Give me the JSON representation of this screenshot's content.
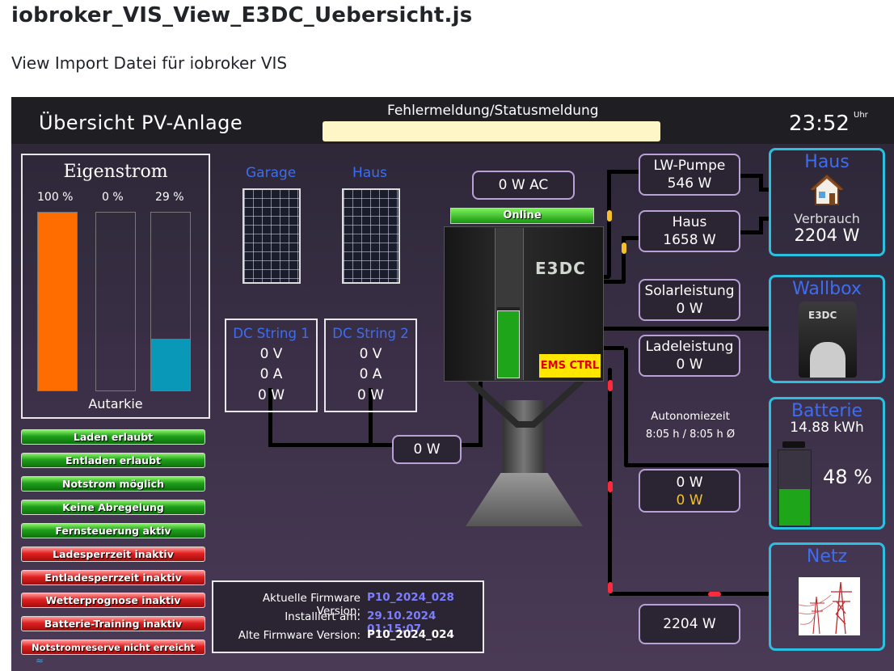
{
  "page": {
    "title": "iobroker_VIS_View_E3DC_Uebersicht.js",
    "subtitle": "View Import Datei für iobroker VIS"
  },
  "header": {
    "title": "Übersicht PV-Anlage",
    "status_label": "Fehlermeldung/Statusmeldung",
    "status_text": "",
    "time": "23:52",
    "time_unit": "Uhr"
  },
  "eigenstrom": {
    "title": "Eigenstrom",
    "bars": [
      {
        "label": "100 %",
        "value": 100,
        "color": "#ff6d00"
      },
      {
        "label": "0 %",
        "value": 0,
        "color": "#ff6d00"
      },
      {
        "label": "29 %",
        "value": 29,
        "color": "#0a98b8"
      }
    ],
    "footer": "Autarkie"
  },
  "status_list": [
    {
      "label": "Laden erlaubt",
      "state": "green"
    },
    {
      "label": "Entladen erlaubt",
      "state": "green"
    },
    {
      "label": "Notstrom möglich",
      "state": "green"
    },
    {
      "label": "Keine Abregelung",
      "state": "green"
    },
    {
      "label": "Fernsteuerung aktiv",
      "state": "green"
    },
    {
      "label": "Ladesperrzeit inaktiv",
      "state": "red"
    },
    {
      "label": "Entladesperrzeit inaktiv",
      "state": "red"
    },
    {
      "label": "Wetterprognose inaktiv",
      "state": "red"
    },
    {
      "label": "Batterie-Training inaktiv",
      "state": "red"
    },
    {
      "label": "Notstromreserve nicht erreicht",
      "state": "red"
    }
  ],
  "pv": {
    "garage_label": "Garage",
    "haus_label": "Haus",
    "strings": [
      {
        "title": "DC String 1",
        "voltage": "0 V",
        "current": "0 A",
        "power": "0 W"
      },
      {
        "title": "DC String 2",
        "voltage": "0 V",
        "current": "0 A",
        "power": "0 W"
      }
    ],
    "total": "0 W"
  },
  "inverter": {
    "ac_power": "0 W AC",
    "online": "Online",
    "ems": "EMS CTRL",
    "logo": "E3DC",
    "battery_fill": 48
  },
  "flows": {
    "lw_pumpe_label": "LW-Pumpe",
    "lw_pumpe_value": "546 W",
    "haus_label": "Haus",
    "haus_value": "1658 W",
    "solar_label": "Solarleistung",
    "solar_value": "0 W",
    "lade_label": "Ladeleistung",
    "lade_value": "0 W",
    "autonomie_label": "Autonomiezeit",
    "autonomie_value": "8:05 h / 8:05 h Ø",
    "battery_w": "0 W",
    "battery_w2": "0 W",
    "grid_value": "2204 W"
  },
  "right": {
    "haus_title": "Haus",
    "verbrauch_label": "Verbrauch",
    "verbrauch_value": "2204 W",
    "wallbox_title": "Wallbox",
    "wallbox_logo": "E3DC",
    "batterie_title": "Batterie",
    "batterie_kwh": "14.88 kWh",
    "batterie_pct": "48 %",
    "batterie_level": 48,
    "netz_title": "Netz"
  },
  "firmware": {
    "current_label": "Aktuelle Firmware Version:",
    "current_value": "P10_2024_028",
    "installed_label": "Installiert am:",
    "installed_value": "29.10.2024 01:15:07",
    "old_label": "Alte Firmware Version:",
    "old_value": "P10_2024_024"
  },
  "colors": {
    "accent_blue": "#3d6df0",
    "cyan_border": "#2bbfe0",
    "status_green": "#1fa01a",
    "status_red": "#e02020",
    "value_yellow": "#f5c02a"
  }
}
